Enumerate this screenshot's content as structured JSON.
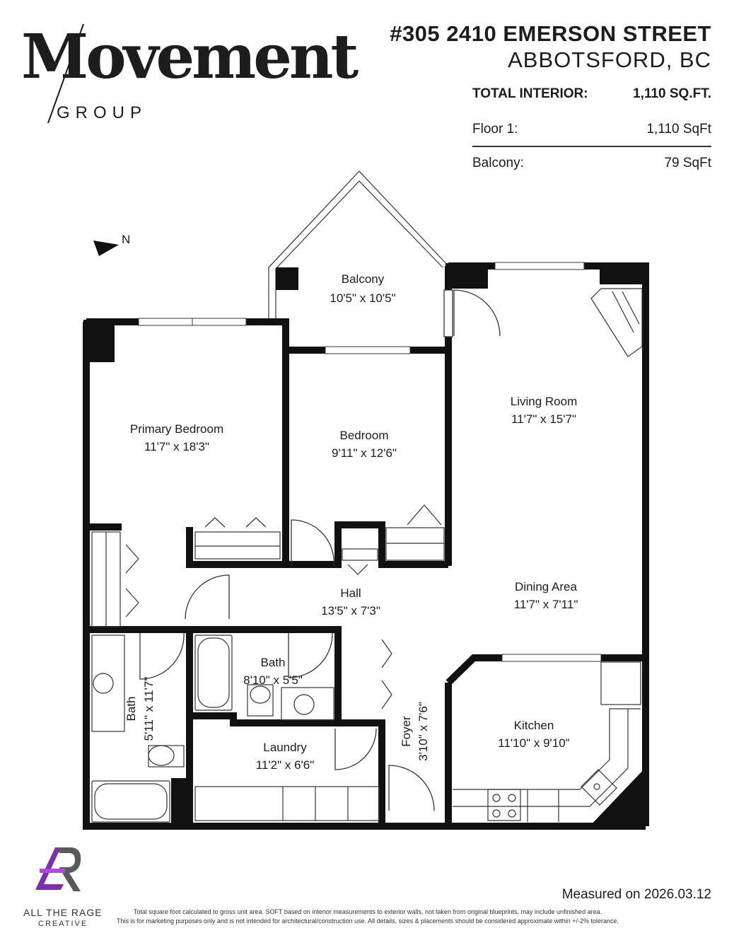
{
  "brand": {
    "name": "Movement",
    "group": "GROUP"
  },
  "property": {
    "address_line1": "#305 2410 EMERSON STREET",
    "address_line2": "ABBOTSFORD, BC"
  },
  "summary": {
    "total_label": "TOTAL INTERIOR:",
    "total_value": "1,110 SQ.FT.",
    "rows": [
      {
        "label": "Floor 1:",
        "value": "1,110 SqFt"
      },
      {
        "label": "Balcony:",
        "value": "79 SqFt"
      }
    ]
  },
  "compass": {
    "label": "N"
  },
  "rooms": [
    {
      "name": "Balcony",
      "dims": "10'5\" x 10'5\""
    },
    {
      "name": "Living Room",
      "dims": "11'7\" x 15'7\""
    },
    {
      "name": "Primary Bedroom",
      "dims": "11'7\" x 18'3\""
    },
    {
      "name": "Bedroom",
      "dims": "9'11\" x 12'6\""
    },
    {
      "name": "Hall",
      "dims": "13'5\" x 7'3\""
    },
    {
      "name": "Dining Area",
      "dims": "11'7\" x 7'11\""
    },
    {
      "name": "Bath",
      "dims": "8'10\" x 5'5\""
    },
    {
      "name": "Kitchen",
      "dims": "11'10\" x 9'10\""
    },
    {
      "name": "Laundry",
      "dims": "11'2\" x 6'6\""
    },
    {
      "name": "Bath",
      "dims": "5'11\" x 11'7\""
    },
    {
      "name": "Foyer",
      "dims": "3'10\" x 7'6\""
    }
  ],
  "footer": {
    "measured": "Measured on 2026.03.12",
    "disclaimer_line1": "Total square foot calculated to gross unit area. SOFT based on interior measurements to exterior walls, not taken from original blueprints, may include unfinished area.",
    "disclaimer_line2": "This is for marketing purposes only and is not intended for architectural/construction use. All details, sizes & placements should be considered approximate within +/-2% tolerance.",
    "creator_name": "ALL THE RAGE",
    "creator_sub": "CREATIVE"
  },
  "colors": {
    "wall": "#111111",
    "creator_accent": "#7b2fa8"
  }
}
